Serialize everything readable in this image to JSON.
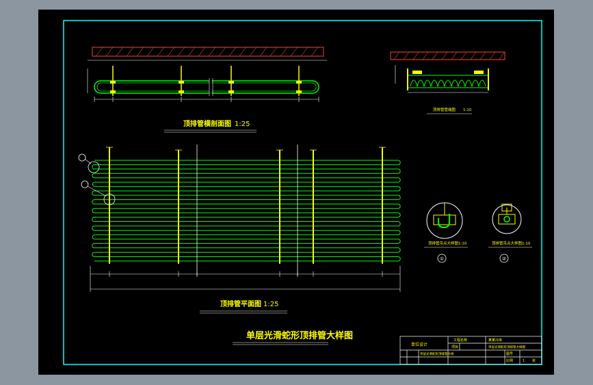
{
  "drawing": {
    "main_title": "单层光滑蛇形顶排管大样图",
    "section_view": {
      "title": "顶排管横剖面图",
      "scale": "1:25"
    },
    "plan_view": {
      "title": "顶排管平面图",
      "scale": "1:25"
    },
    "end_view": {
      "title": "顶排管管端图",
      "scale": "1:10"
    },
    "detail_1": {
      "marker": "①",
      "title": "顶排管吊点大样图",
      "scale": "1:10"
    },
    "detail_2": {
      "marker": "②",
      "title": "顶排管吊点大样图",
      "scale": "1:10"
    }
  },
  "title_block": {
    "project_label": "工程名称",
    "project_value": "某某冷库",
    "design_unit": "单位设计",
    "item_label": "项目",
    "drawing_name_1": "单层光滑蛇形顶排管大样图",
    "drawing_name_2": "单层光滑蛇形顶排管大样",
    "drawing_number_label": "图号",
    "scale_label": "比例",
    "sheet_label": "张",
    "sheet_value": "1"
  },
  "colors": {
    "frame": "#00ffff",
    "pipe": "#00ff00",
    "hanger": "#ffff00",
    "concrete": "#ff4040",
    "background": "#000000"
  }
}
